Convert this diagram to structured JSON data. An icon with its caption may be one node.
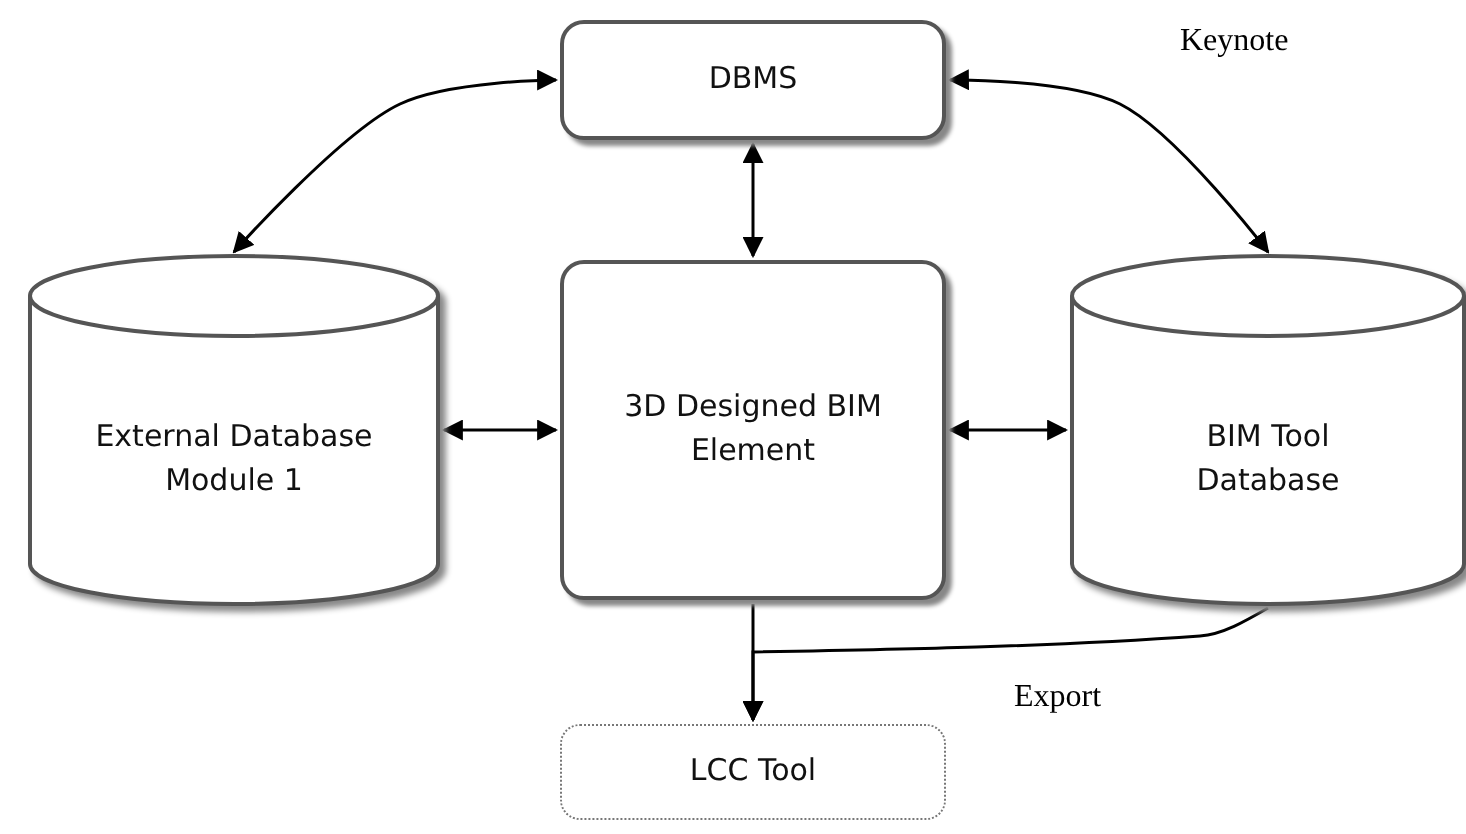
{
  "diagram": {
    "nodes": [
      {
        "text": [
          "DBMS"
        ]
      },
      {
        "text": [
          "External Database Module 1"
        ]
      },
      {
        "text": [
          "3D Designed BIM Element"
        ]
      },
      {
        "text": [
          "BIM Tool Database"
        ]
      },
      {
        "text": [
          "LCC Tool"
        ]
      }
    ],
    "edges": [
      {
        "from": 0,
        "to": 1,
        "arrow": "both"
      },
      {
        "from": 0,
        "to": 2,
        "arrow": "both"
      },
      {
        "from": 0,
        "to": 3,
        "arrow": "both",
        "label": "Keynote"
      },
      {
        "from": 1,
        "to": 2,
        "arrow": "both"
      },
      {
        "from": 2,
        "to": 3,
        "arrow": "both"
      },
      {
        "from": 2,
        "to": 4,
        "arrow": "to"
      },
      {
        "from": 3,
        "to": 4,
        "arrow": "to",
        "label": "Export"
      }
    ]
  }
}
